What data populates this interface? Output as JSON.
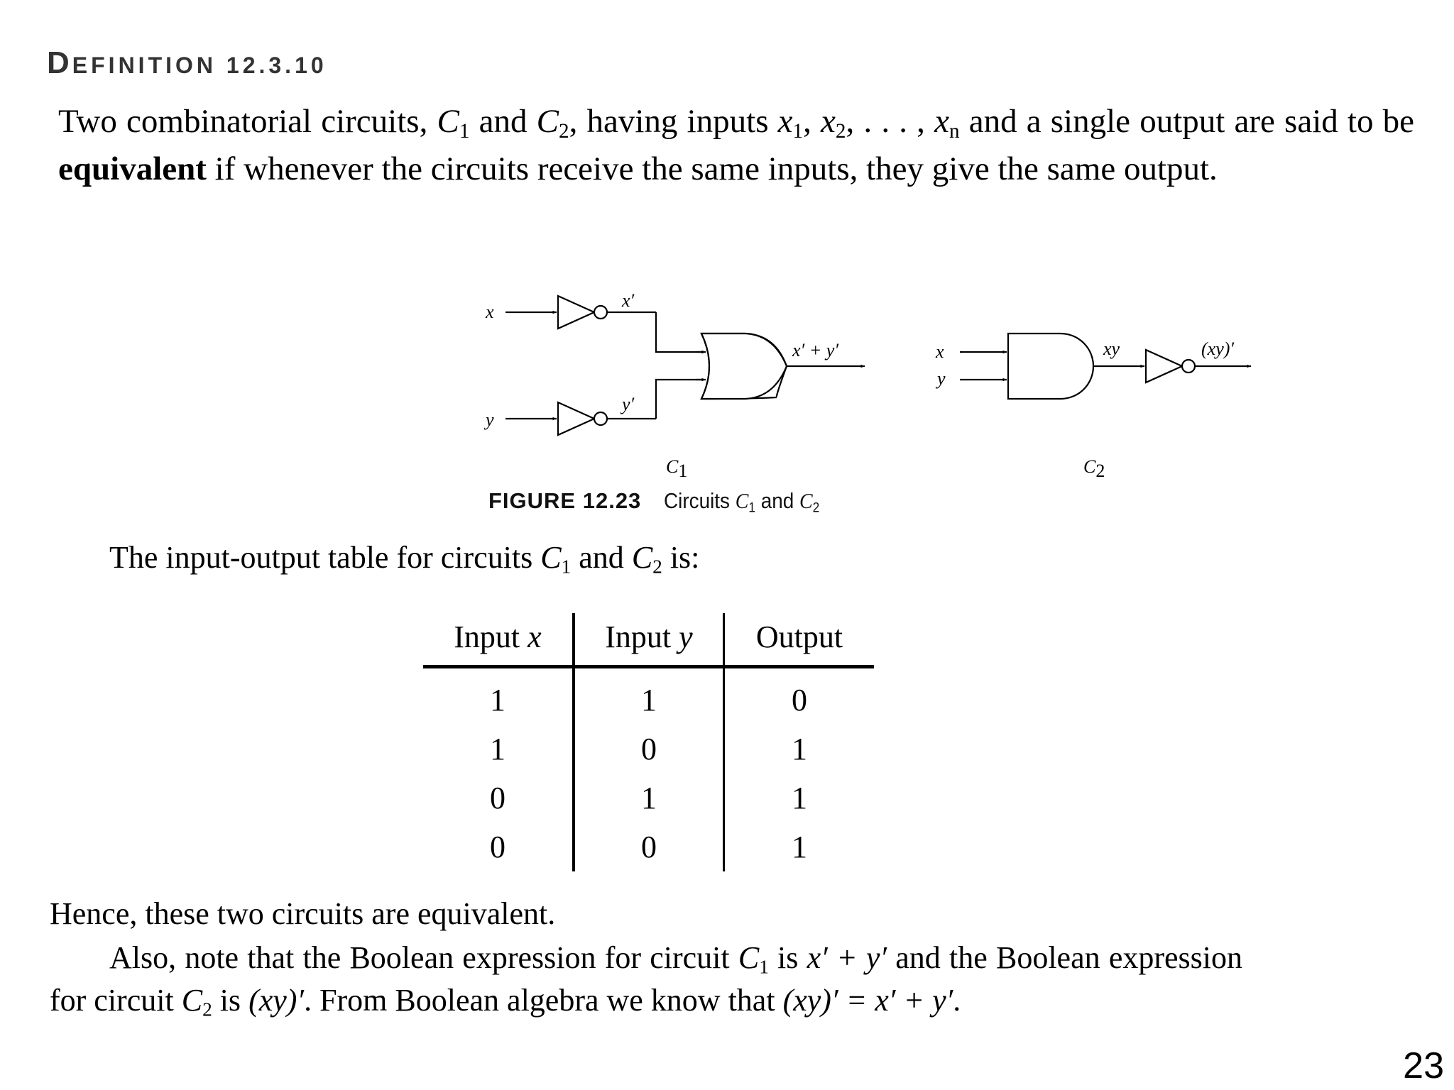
{
  "definition": {
    "heading_first": "D",
    "heading_rest": "EFINITION 12.3.10",
    "text_1": "Two combinatorial circuits, ",
    "c1": "C",
    "c1_sub": "1",
    "text_and": " and ",
    "c2": "C",
    "c2_sub": "2",
    "text_2": ", having inputs ",
    "x1": "x",
    "x1_sub": "1",
    "comma1": ", ",
    "x2": "x",
    "x2_sub": "2",
    "dots": ", . . . , ",
    "xn": "x",
    "xn_sub": "n",
    "text_3": " and a single output are said to be ",
    "bold_word": "equivalent",
    "text_4": " if whenever the circuits receive the same inputs, they give the same output."
  },
  "figure": {
    "c1": {
      "input_x": "x",
      "input_y": "y",
      "not_x": "x′",
      "not_y": "y′",
      "output": "x′ + y′",
      "label": "C",
      "label_sub": "1"
    },
    "c2": {
      "input_x": "x",
      "input_y": "y",
      "and_out": "xy",
      "output": "(xy)′",
      "label": "C",
      "label_sub": "2"
    },
    "caption_label": "FIGURE 12.23",
    "caption_text": "Circuits ",
    "caption_c1": "C",
    "caption_c1_sub": "1",
    "caption_and": " and ",
    "caption_c2": "C",
    "caption_c2_sub": "2"
  },
  "intro": {
    "text_1": "The input-output table for circuits ",
    "c1": "C",
    "c1_sub": "1",
    "and": " and ",
    "c2": "C",
    "c2_sub": "2",
    "text_2": " is:"
  },
  "table": {
    "headers": [
      {
        "word": "Input ",
        "var": "x"
      },
      {
        "word": "Input ",
        "var": "y"
      },
      {
        "word": "Output",
        "var": ""
      }
    ],
    "rows": [
      [
        "1",
        "1",
        "0"
      ],
      [
        "1",
        "0",
        "1"
      ],
      [
        "0",
        "1",
        "1"
      ],
      [
        "0",
        "0",
        "1"
      ]
    ]
  },
  "conclusion": {
    "hence": "Hence, these two circuits are equivalent.",
    "also_1": "Also, note that the Boolean expression for circuit ",
    "c1": "C",
    "c1_sub": "1",
    "is1": " is ",
    "expr1": "x′ + y′",
    "also_2": " and the Boolean expression for circuit ",
    "c2": "C",
    "c2_sub": "2",
    "is2": " is ",
    "expr2": "(xy)′",
    "also_3": ". From Boolean algebra we know that ",
    "expr3": "(xy)′ = x′ + y′",
    "end": "."
  },
  "page_number": "23"
}
